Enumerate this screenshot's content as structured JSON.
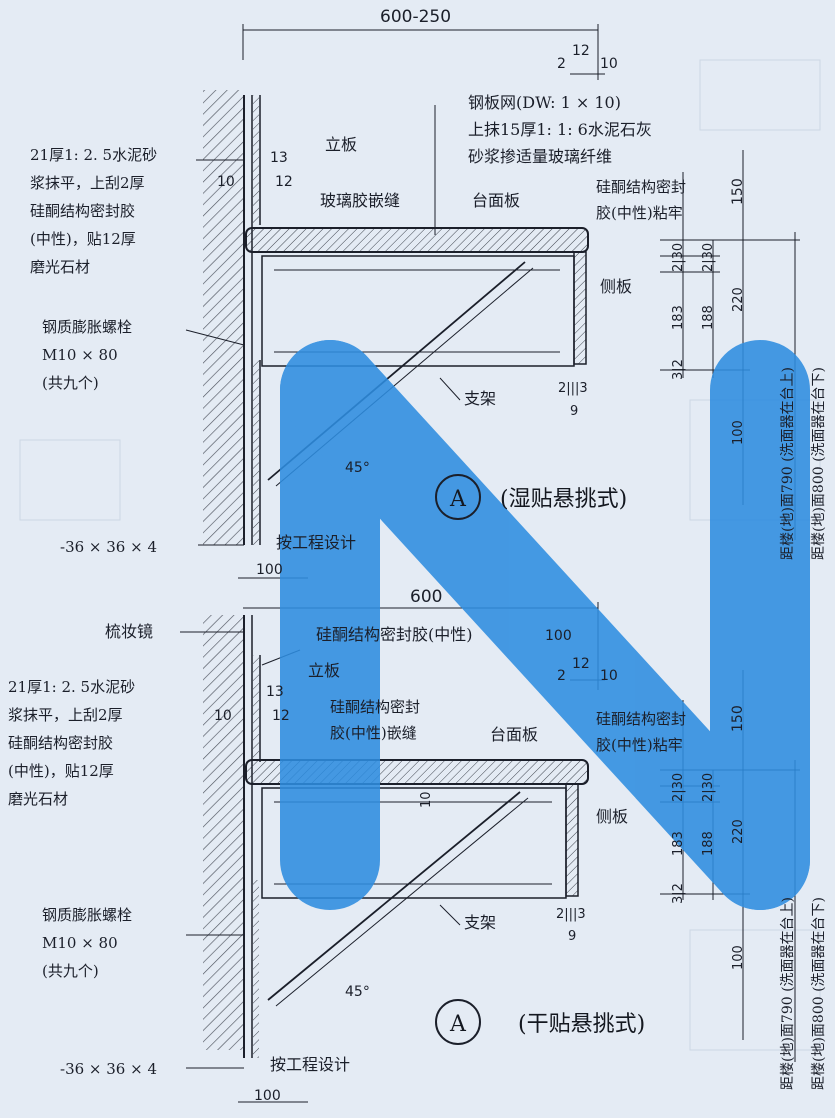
{
  "overlay": {
    "glyph": "N",
    "color": "#2e8de0"
  },
  "top": {
    "dim_overall": "600-250",
    "dim_2": "2",
    "dim_12": "12",
    "dim_10": "10",
    "mesh_note": [
      "钢板网(DW: 1 × 10)",
      "上抹15厚1: 1: 6水泥石灰",
      "砂浆掺适量玻璃纤维"
    ],
    "riser": "立板",
    "wall_finish": [
      "21厚1: 2. 5水泥砂",
      "浆抹平，上刮2厚",
      "硅酮结构密封胶",
      "(中性)，贴12厚",
      "磨光石材"
    ],
    "d13": "13",
    "d10": "10",
    "d12": "12",
    "glass_glue": "玻璃胶嵌缝",
    "countertop": "台面板",
    "sealant_bond": [
      "硅酮结构密封",
      "胶(中性)粘牢"
    ],
    "d150": "150",
    "d2_30a": "2|30",
    "d2_30b": "2|30",
    "d183": "183",
    "d188": "188",
    "d220": "220",
    "d3_2": "3|2",
    "d100": "100",
    "side_panel": "侧板",
    "bolt": [
      "钢质膨胀螺栓",
      "M10 × 80",
      "(共九个)"
    ],
    "bracket": "支架",
    "d2_3": "2|||3",
    "d9": "9",
    "angle": "45°",
    "circle": "A",
    "caption": "(湿贴悬挑式)",
    "angle_steel": "-36 × 36 × 4",
    "per_design": "按工程设计",
    "bottom_dim": "100",
    "height_up": "距楼(地)面790 (洗面器在台上)",
    "height_down": "距楼(地)面800 (洗面器在台下)"
  },
  "bottom": {
    "dim_overall": "600",
    "mirror": "梳妆镜",
    "sealant_top": "硅酮结构密封胶(中性)",
    "d100_top": "100",
    "dim_2": "2",
    "dim_12": "12",
    "dim_10": "10",
    "riser": "立板",
    "wall_finish": [
      "21厚1: 2. 5水泥砂",
      "浆抹平，上刮2厚",
      "硅酮结构密封胶",
      "(中性)，贴12厚",
      "磨光石材"
    ],
    "d13": "13",
    "d10": "10",
    "d12": "12",
    "sealant_joint": [
      "硅酮结构密封",
      "胶(中性)嵌缝"
    ],
    "countertop": "台面板",
    "sealant_bond": [
      "硅酮结构密封",
      "胶(中性)粘牢"
    ],
    "d10_mid": "10",
    "d150": "150",
    "d2_30a": "2|30",
    "d2_30b": "2|30",
    "d183": "183",
    "d188": "188",
    "d220": "220",
    "d3_2": "3|2",
    "d100": "100",
    "side_panel": "侧板",
    "bolt": [
      "钢质膨胀螺栓",
      "M10 × 80",
      "(共九个)"
    ],
    "bracket": "支架",
    "d2_3": "2|||3",
    "d9": "9",
    "angle": "45°",
    "circle": "A",
    "caption": "(干贴悬挑式)",
    "angle_steel": "-36 × 36 × 4",
    "per_design": "按工程设计",
    "bottom_dim": "100",
    "height_up": "距楼(地)面790 (洗面器在台上)",
    "height_down": "距楼(地)面800 (洗面器在台下)"
  }
}
